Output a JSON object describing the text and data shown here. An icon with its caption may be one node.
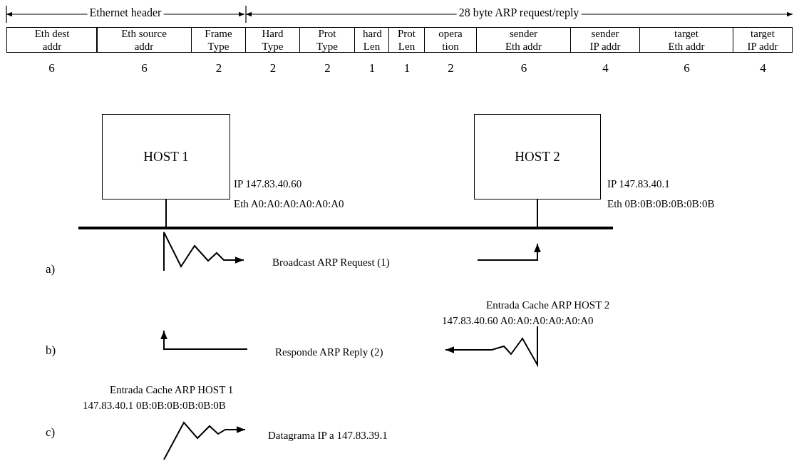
{
  "diagram": {
    "nodes": [
      {
        "text": [
          "HOST 1"
        ],
        "beside": [
          "IP 147.83.40.60",
          "Eth A0:A0:A0:A0:A0:A0"
        ]
      },
      {
        "text": [
          "HOST 2"
        ],
        "beside": [
          "IP 147.83.40.1",
          "Eth 0B:0B:0B:0B:0B:0B"
        ]
      },
      {
        "text": [],
        "shape": "bar"
      }
    ],
    "edges": [
      {
        "from": 0,
        "to": 2,
        "arrow": "none"
      },
      {
        "from": 1,
        "to": 2,
        "arrow": "none"
      }
    ],
    "labels": [
      "Ethernet header",
      "28 byte ARP request/reply",
      "Eth dest addr",
      "Eth source addr",
      "Frame Type",
      "Hard Type",
      "Prot Type",
      "hard Len",
      "Prot Len",
      "opera tion",
      "sender Eth addr",
      "sender IP addr",
      "target Eth addr",
      "target IP addr",
      "6",
      "6",
      "2",
      "2",
      "2",
      "1",
      "1",
      "2",
      "6",
      "4",
      "6",
      "4",
      "a)",
      "Broadcast ARP Request (1)",
      "Entrada Cache ARP HOST 2",
      "147.83.40.60 A0:A0:A0:A0:A0:A0",
      "b)",
      "Responde ARP Reply (2)",
      "Entrada Cache ARP HOST 1",
      "147.83.40.1 0B:0B:0B:0B:0B:0B",
      "c)",
      "Datagrama IP a 147.83.39.1"
    ]
  }
}
